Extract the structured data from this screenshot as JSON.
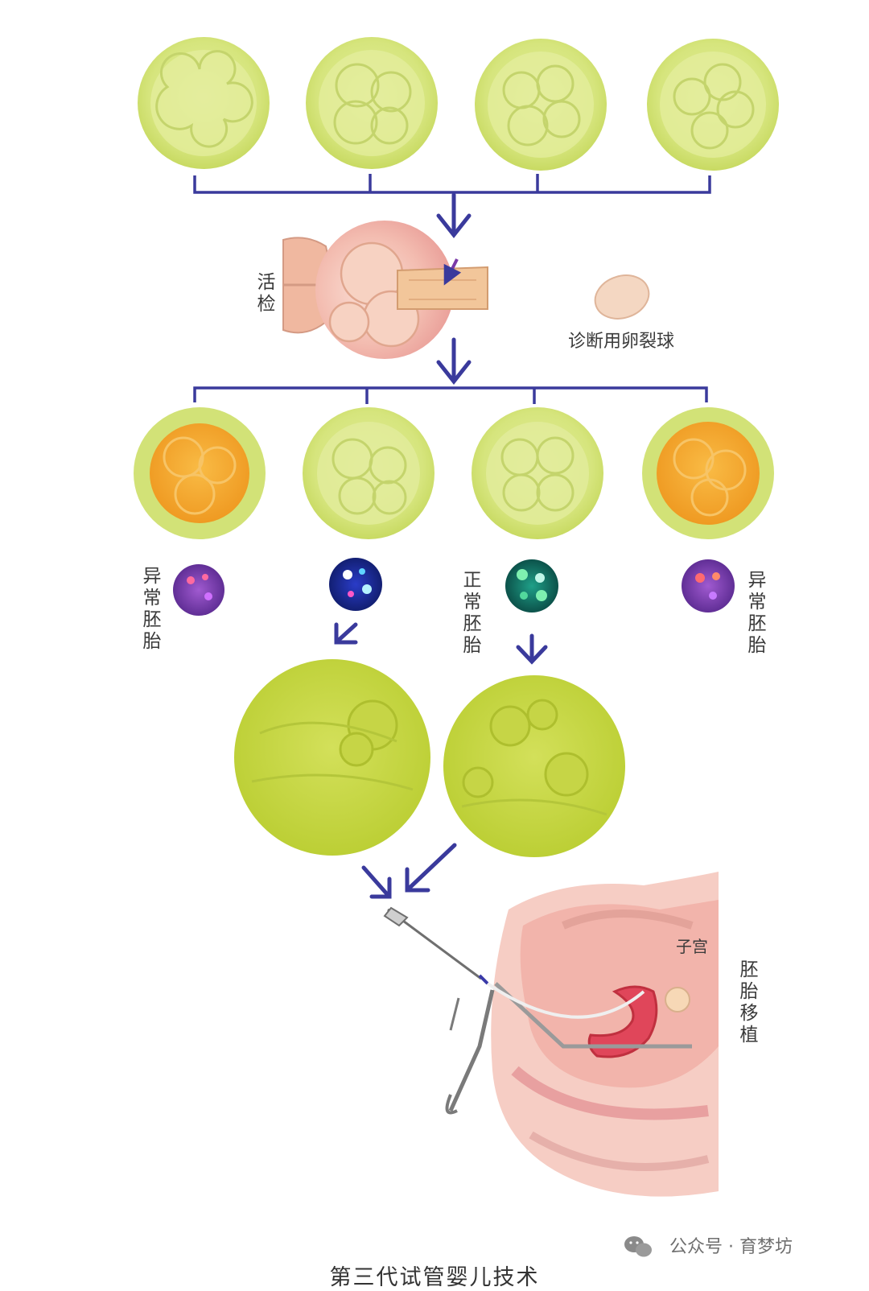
{
  "labels": {
    "biopsy": "活检",
    "diagnostic_cell": "诊断用卵裂球",
    "abnormal_left": "异常胚胎",
    "normal": "正常胚胎",
    "abnormal_right": "异常胚胎",
    "uterus": "子宫",
    "transfer": "胚胎移植"
  },
  "caption": "第三代试管婴儿技术",
  "watermark": {
    "icon": "wechat-icon",
    "text": "公众号 · 育梦坊"
  },
  "colors": {
    "embryo_green": "#d4e47a",
    "embryo_rim": "#cfe070",
    "abnormal_orange": "#f5a72c",
    "arrow_blue": "#3a3a9c",
    "large_embryo": "#c3d63c",
    "tissue_pink": "#f2b4ab",
    "uterus_red": "#e0465a"
  }
}
